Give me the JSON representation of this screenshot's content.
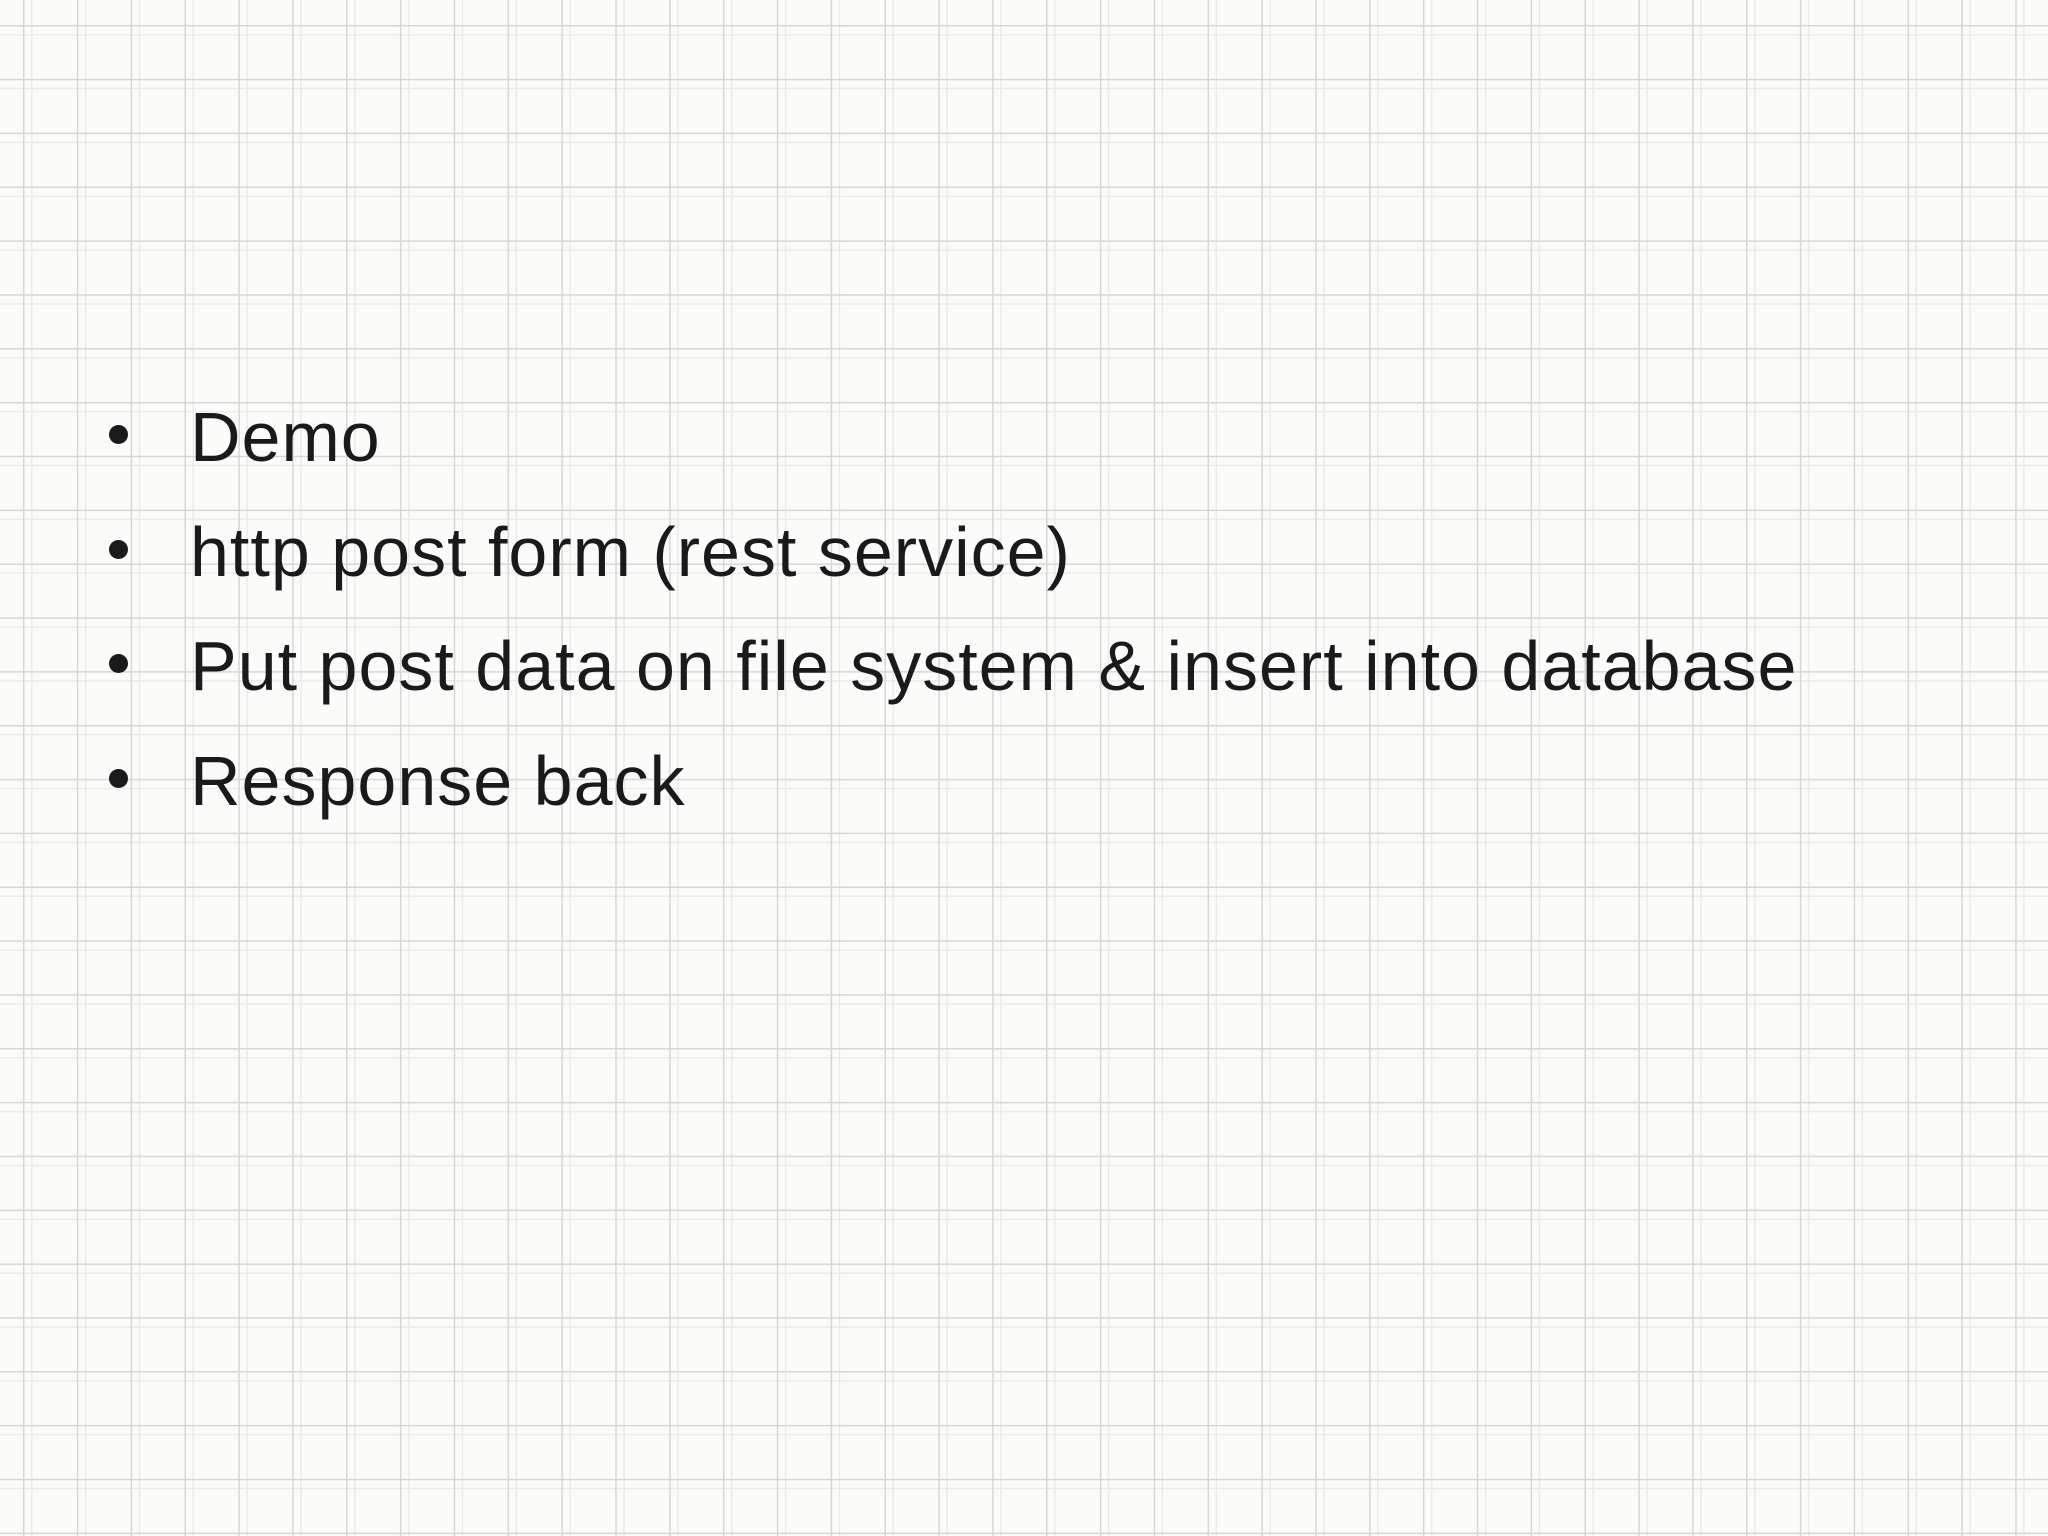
{
  "slide": {
    "bullets": [
      "Demo",
      "http post form (rest service)",
      "Put post data on file system & insert into database",
      "Response back"
    ]
  },
  "colors": {
    "background": "#fbfbf9",
    "grid_line": "#d7d7d5",
    "grid_line_ghost": "#ebebe9",
    "text": "#1a1a1a"
  }
}
